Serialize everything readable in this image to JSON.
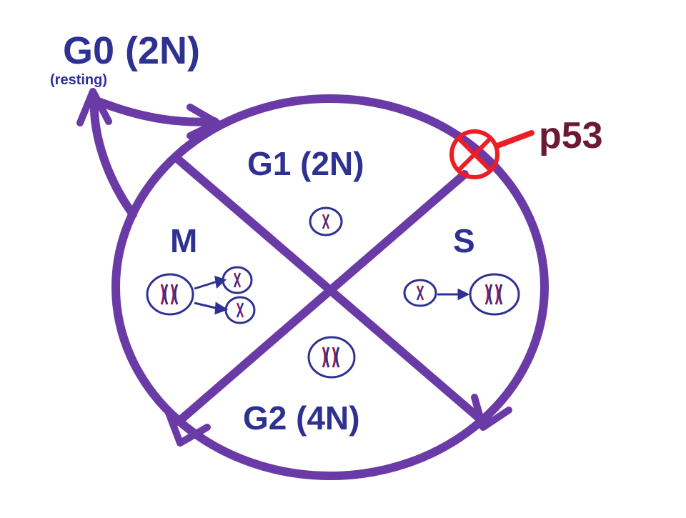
{
  "phases": {
    "g0": {
      "label": "G0 (2N)",
      "sublabel": "(resting)"
    },
    "g1": {
      "label": "G1 (2N)"
    },
    "s": {
      "label": "S"
    },
    "g2": {
      "label": "G2 (4N)"
    },
    "m": {
      "label": "M"
    }
  },
  "checkpoint": {
    "label": "p53"
  },
  "colors": {
    "cycle": "#6a3aa6",
    "text": "#2e3192",
    "inhibit": "#ee1c24",
    "p53_text": "#6b1a36",
    "chromosome": "#9b1b4d"
  }
}
